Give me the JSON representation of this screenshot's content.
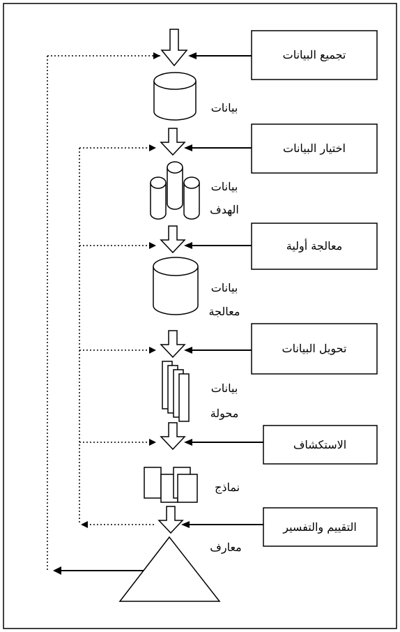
{
  "steps": [
    {
      "label": "تجميع البيانات"
    },
    {
      "label": "اختيار البيانات"
    },
    {
      "label": "معالجة أولية"
    },
    {
      "label": "تحويل البيانات"
    },
    {
      "label": "الاستكشاف"
    },
    {
      "label": "التقييم والتفسير"
    }
  ],
  "outputs": [
    {
      "lines": [
        "بيانات"
      ]
    },
    {
      "lines": [
        "بيانات",
        "الهدف"
      ]
    },
    {
      "lines": [
        "بيانات",
        "معالجة"
      ]
    },
    {
      "lines": [
        "بيانات",
        "محولة"
      ]
    },
    {
      "lines": [
        "نماذج"
      ]
    },
    {
      "lines": [
        "معارف"
      ]
    }
  ]
}
